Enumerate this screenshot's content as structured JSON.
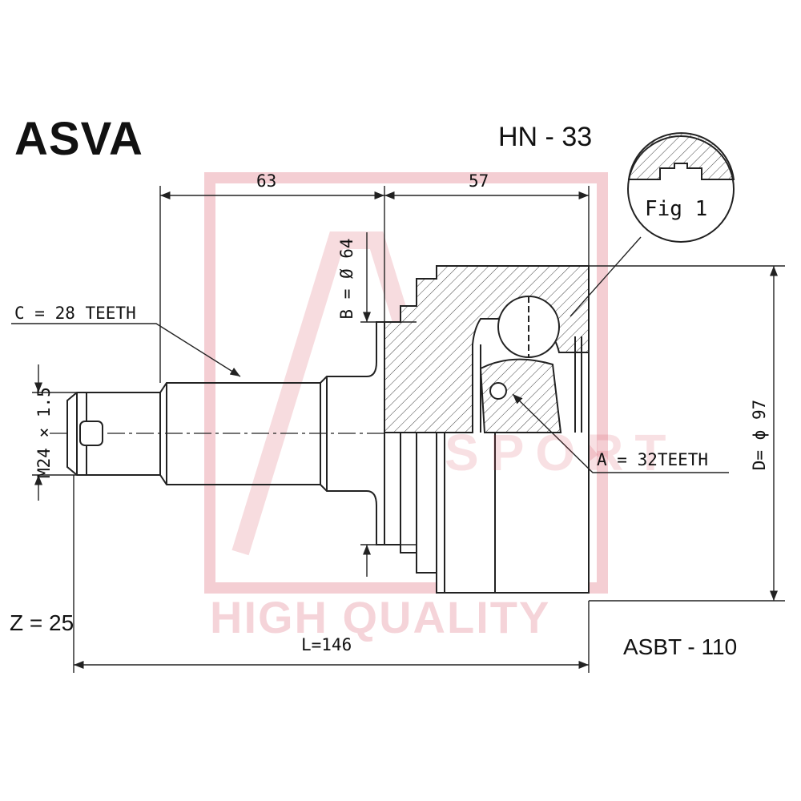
{
  "header": {
    "brand": "ASVA",
    "part_code": "HN - 33",
    "catalog_code": "ASBT - 110"
  },
  "watermark": {
    "text": "HIGH QUALITY",
    "subtext": "SPORT",
    "color": "#d23c50"
  },
  "dimensions": {
    "length_left": "63",
    "length_right": "57",
    "total_length": "L=146",
    "shaft_diameter": "B = Ø 64",
    "housing_diameter": "D= ϕ 97",
    "thread": "M24 × 1.5",
    "outer_spline": "C = 28 TEETH",
    "inner_spline": "A = 32TEETH",
    "abs_ring": "Z = 25"
  },
  "detail": {
    "label": "Fig 1"
  },
  "colors": {
    "line": "#222222",
    "hatch": "#444444"
  }
}
